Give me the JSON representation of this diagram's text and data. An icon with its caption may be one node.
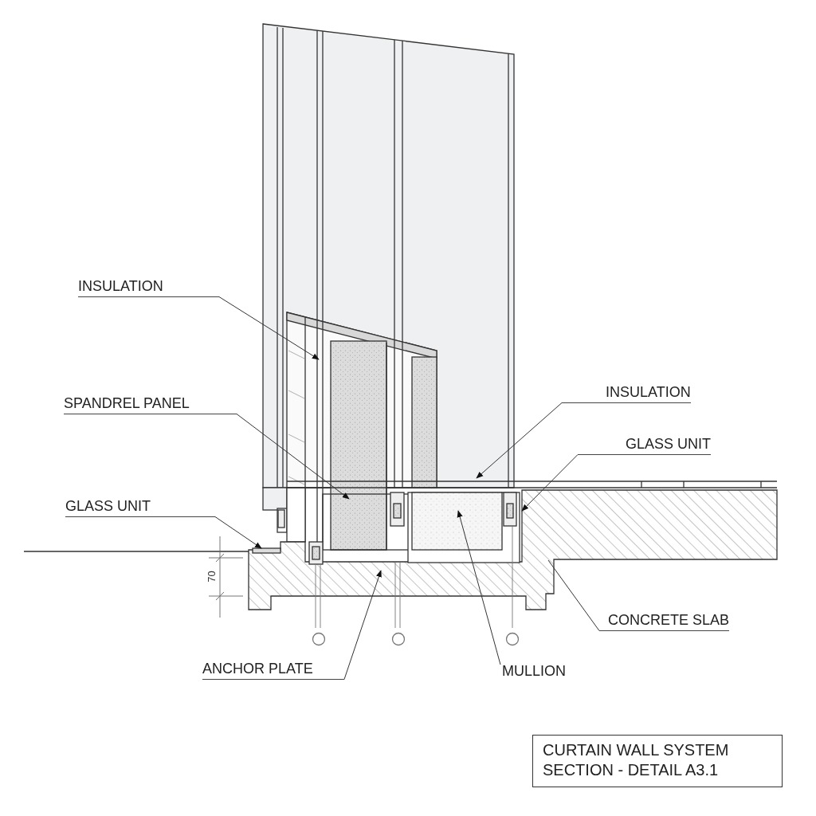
{
  "diagram": {
    "title": "CURTAIN WALL SYSTEM SECTION - DETAIL A3.1",
    "nodes": [
      {
        "text": [
          "INSULATION"
        ]
      },
      {
        "text": [
          "SPANDREL PANEL"
        ]
      },
      {
        "text": [
          "GLASS UNIT"
        ]
      },
      {
        "text": [
          "INSULATION"
        ]
      },
      {
        "text": [
          "GLASS UNIT"
        ]
      },
      {
        "text": [
          "CONCRETE SLAB"
        ]
      },
      {
        "text": [
          "ANCHOR PLATE"
        ]
      },
      {
        "text": [
          "MULLION"
        ]
      }
    ],
    "edges": [
      {
        "from": 0,
        "to": null,
        "arrow": "to"
      },
      {
        "from": 1,
        "to": null,
        "arrow": "to"
      },
      {
        "from": 2,
        "to": null,
        "arrow": "to"
      },
      {
        "from": 3,
        "to": null,
        "arrow": "to"
      },
      {
        "from": 4,
        "to": null,
        "arrow": "to"
      },
      {
        "from": 5,
        "to": null,
        "arrow": "none"
      },
      {
        "from": 6,
        "to": null,
        "arrow": "to"
      },
      {
        "from": 7,
        "to": null,
        "arrow": "to"
      }
    ],
    "labels": [
      "70"
    ]
  }
}
